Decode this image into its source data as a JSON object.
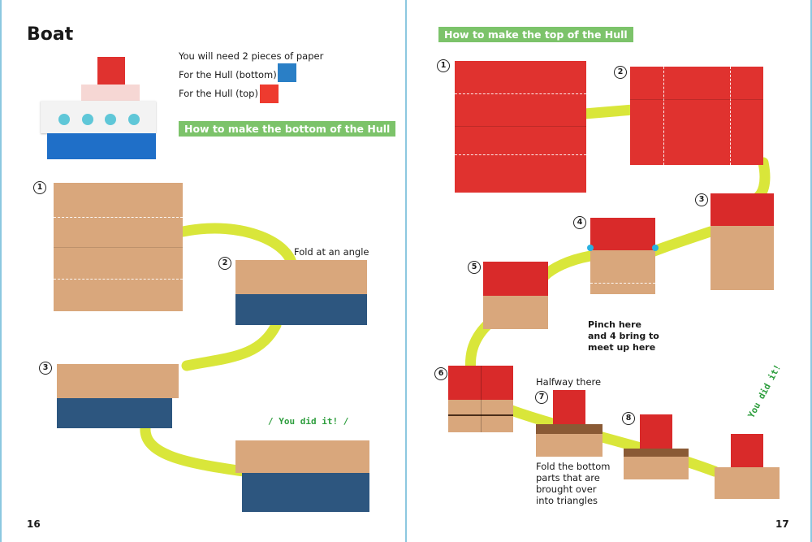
{
  "left_page": {
    "title": "Boat",
    "materials": {
      "intro": "You will need 2 pieces of paper",
      "hull_bottom": "For the Hull (bottom)",
      "hull_top": "For the Hull (top)",
      "hull_bottom_color": "#2a7fc6",
      "hull_top_color": "#ee3b2f"
    },
    "banner": "How to make the bottom of the Hull",
    "steps": [
      "1",
      "2",
      "3"
    ],
    "step2_note": "Fold at an angle",
    "done": "You did it!",
    "page_number": "16"
  },
  "right_page": {
    "banner": "How to make the top of the Hull",
    "steps": [
      "1",
      "2",
      "3",
      "4",
      "5",
      "6",
      "7",
      "8"
    ],
    "pinch_note": [
      "Pinch here",
      "and 4 bring to",
      "meet up here"
    ],
    "halfway": "Halfway there",
    "fold_note": [
      "Fold the bottom",
      "parts that are",
      "brought over",
      "into triangles"
    ],
    "done": "You did it!",
    "page_number": "17"
  },
  "colors": {
    "path": "#d9e63a",
    "banner": "#7cc36a",
    "accent": "#2ab0e0"
  }
}
